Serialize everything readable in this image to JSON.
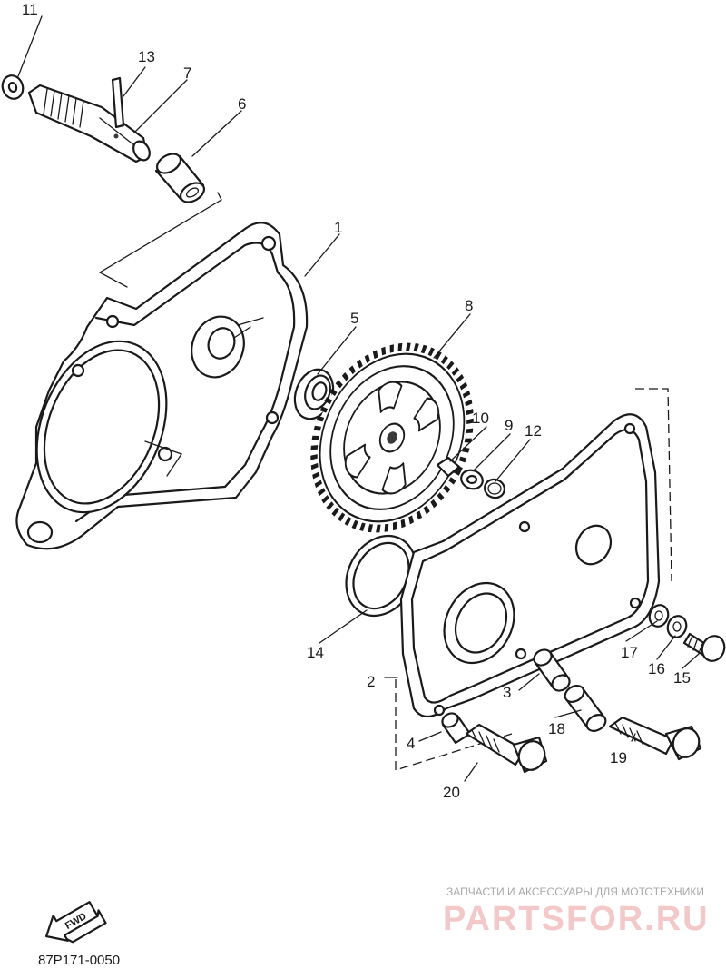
{
  "callouts": {
    "c1": "1",
    "c2": "2",
    "c3": "3",
    "c4": "4",
    "c5": "5",
    "c6": "6",
    "c7": "7",
    "c8": "8",
    "c9": "9",
    "c10": "10",
    "c11": "11",
    "c12": "12",
    "c13": "13",
    "c14": "14",
    "c15": "15",
    "c16": "16",
    "c17": "17",
    "c18": "18",
    "c19": "19",
    "c20": "20"
  },
  "fwd_label": "FWD",
  "diagram_code": "87P171-0050",
  "watermark": {
    "tagline": "ЗАПЧАСТИ И АКСЕССУАРЫ ДЛЯ МОТОТЕХНИКИ",
    "brand": "PARTSFOR.RU"
  }
}
